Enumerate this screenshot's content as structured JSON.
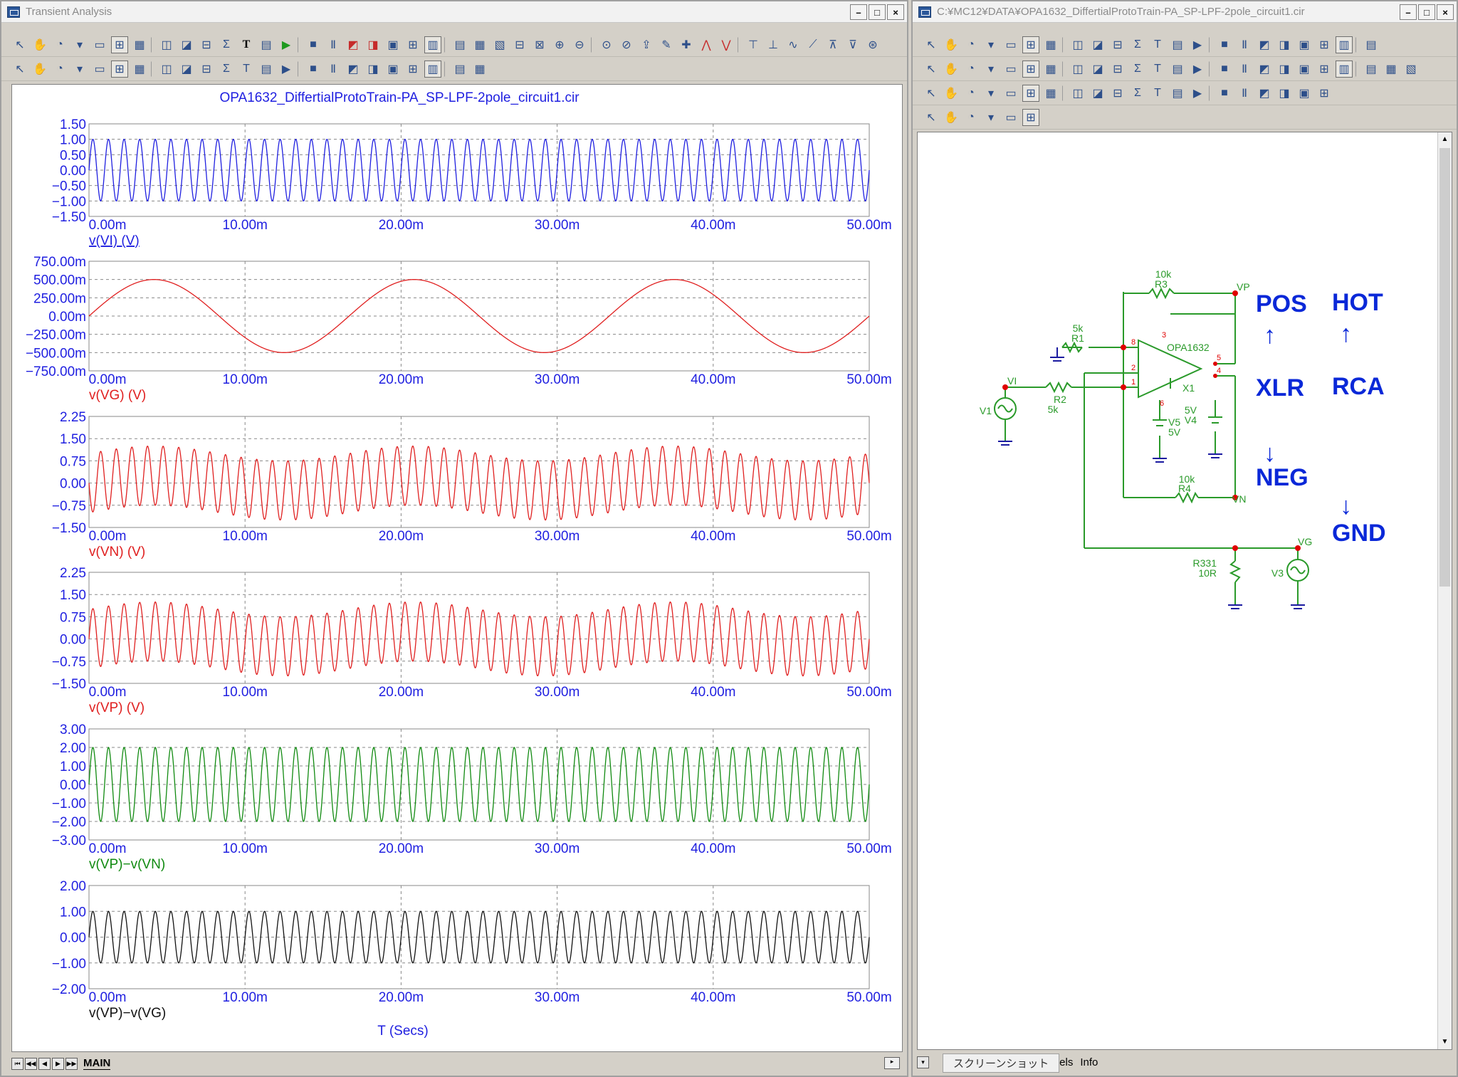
{
  "left_window": {
    "title": "Transient Analysis",
    "controls": {
      "minimize": "–",
      "restore": "□",
      "close": "×"
    },
    "toolbar1_icons": [
      "arrow-select-icon",
      "pan-icon",
      "scope-icon",
      "dropdown-icon",
      "window-icon",
      "zoom-box-icon",
      "grid-icon",
      "cursor-icon",
      "cursor2-icon",
      "cursor3-icon",
      "stats-icon",
      "text-icon",
      "properties-icon",
      "run-icon",
      "stop-icon",
      "pause-icon",
      "peak-icon",
      "valley-icon",
      "box-icon",
      "grid2-icon",
      "tile-icon",
      "tile2-icon",
      "tile3-icon",
      "tile4-icon",
      "split-icon",
      "split2-icon",
      "zoom-in-icon",
      "zoom-out-icon",
      "zoom-fit-icon",
      "zoom-prev-icon",
      "export-icon",
      "tokens-icon",
      "mark-icon",
      "peak-find-icon",
      "valley-find-icon",
      "high-icon",
      "low-icon",
      "inflection-icon",
      "slope-icon",
      "top-icon",
      "bottom-icon",
      "global-icon"
    ],
    "toolbar2_icons": [
      "paste-icon",
      "dropdown-icon",
      "list-icon",
      "calc-icon",
      "cursor-mode-icon",
      "scale-icon",
      "zoom-in-icon",
      "zoom-out-icon",
      "zoom-all-icon",
      "grid-icon",
      "dropdown-icon",
      "font-icon",
      "font-size-icon",
      "dropdown-icon",
      "layer-icon",
      "layer2-icon",
      "layer3-icon",
      "align-left-icon",
      "align-center-icon",
      "align-right-icon",
      "align-top-icon",
      "align-mid-icon",
      "align-bottom-icon"
    ],
    "chart_title": "OPA1632_DiffertialProtoTrain-PA_SP-LPF-2pole_circuit1.cir",
    "x_axis_label": "T (Secs)",
    "sheet_tab": "MAIN",
    "bottom_nav": [
      "⏮",
      "◀◀",
      "◀",
      "▶",
      "▶▶"
    ]
  },
  "chart_data": [
    {
      "type": "line",
      "name": "v(VI) (V)",
      "color": "#1f1fe0",
      "x_range": [
        0,
        0.05
      ],
      "ylim": [
        -1.5,
        1.5
      ],
      "y_ticks": [
        "1.50",
        "1.00",
        "0.50",
        "0.00",
        "−0.50",
        "−1.00",
        "−1.50"
      ],
      "x_ticks": [
        "0.00m",
        "10.00m",
        "20.00m",
        "30.00m",
        "40.00m",
        "50.00m"
      ],
      "signal": {
        "amplitude": 1.0,
        "frequency_hz": 1000,
        "phase": 0,
        "offset": 0
      }
    },
    {
      "type": "line",
      "name": "v(VG) (V)",
      "color": "#e01f1f",
      "x_range": [
        0,
        0.05
      ],
      "ylim": [
        -750,
        750
      ],
      "y_ticks": [
        "750.00m",
        "500.00m",
        "250.00m",
        "0.00m",
        "−250.00m",
        "−500.00m",
        "−750.00m"
      ],
      "x_ticks": [
        "0.00m",
        "10.00m",
        "20.00m",
        "30.00m",
        "40.00m",
        "50.00m"
      ],
      "signal": {
        "amplitude": 500,
        "frequency_hz": 60,
        "phase": 0,
        "offset": 0
      }
    },
    {
      "type": "line",
      "name": "v(VN) (V)",
      "color": "#e01f1f",
      "x_range": [
        0,
        0.05
      ],
      "ylim": [
        -1.5,
        2.25
      ],
      "y_ticks": [
        "2.25",
        "1.50",
        "0.75",
        "0.00",
        "−0.75",
        "−1.50"
      ],
      "x_ticks": [
        "0.00m",
        "10.00m",
        "20.00m",
        "30.00m",
        "40.00m",
        "50.00m"
      ],
      "signal": {
        "amplitude": 1.0,
        "frequency_hz": 1000,
        "phase": 3.14159,
        "offset_amplitude": 0.25,
        "offset_frequency_hz": 60
      }
    },
    {
      "type": "line",
      "name": "v(VP) (V)",
      "color": "#e01f1f",
      "x_range": [
        0,
        0.05
      ],
      "ylim": [
        -1.5,
        2.25
      ],
      "y_ticks": [
        "2.25",
        "1.50",
        "0.75",
        "0.00",
        "−0.75",
        "−1.50"
      ],
      "x_ticks": [
        "0.00m",
        "10.00m",
        "20.00m",
        "30.00m",
        "40.00m",
        "50.00m"
      ],
      "signal": {
        "amplitude": 1.0,
        "frequency_hz": 1000,
        "phase": 0,
        "offset_amplitude": 0.25,
        "offset_frequency_hz": 60
      }
    },
    {
      "type": "line",
      "name": "v(VP)−v(VN)",
      "color": "#108a10",
      "x_range": [
        0,
        0.05
      ],
      "ylim": [
        -3,
        3
      ],
      "y_ticks": [
        "3.00",
        "2.00",
        "1.00",
        "0.00",
        "−1.00",
        "−2.00",
        "−3.00"
      ],
      "x_ticks": [
        "0.00m",
        "10.00m",
        "20.00m",
        "30.00m",
        "40.00m",
        "50.00m"
      ],
      "signal": {
        "amplitude": 2.0,
        "frequency_hz": 1000,
        "phase": 0,
        "offset": 0
      }
    },
    {
      "type": "line",
      "name": "v(VP)−v(VG)",
      "color": "#111111",
      "x_range": [
        0,
        0.05
      ],
      "ylim": [
        -2,
        2
      ],
      "y_ticks": [
        "2.00",
        "1.00",
        "0.00",
        "−1.00",
        "−2.00"
      ],
      "x_ticks": [
        "0.00m",
        "10.00m",
        "20.00m",
        "30.00m",
        "40.00m",
        "50.00m"
      ],
      "signal": {
        "amplitude": 1.0,
        "frequency_hz": 1000,
        "phase": 0,
        "offset": 0
      }
    }
  ],
  "right_window": {
    "title": "C:¥MC12¥DATA¥OPA1632_DiffertialProtoTrain-PA_SP-LPF-2pole_circuit1.cir",
    "controls": {
      "minimize": "–",
      "restore": "□",
      "close": "×"
    },
    "tooltip": "スクリーンショット",
    "bottom_tabs": [
      "Models",
      "Info"
    ],
    "schematic": {
      "components": {
        "R3": {
          "name": "R3",
          "value": "10k"
        },
        "R1": {
          "name": "R1",
          "value": "5k"
        },
        "R2": {
          "name": "R2",
          "value": "5k"
        },
        "R4": {
          "name": "R4",
          "value": "10k"
        },
        "R331": {
          "name": "R331",
          "value": "10R"
        },
        "X1": {
          "name": "X1",
          "model": "OPA1632"
        },
        "V5": {
          "name": "V5",
          "value": "5V"
        },
        "V4": {
          "name": "V4",
          "value": "5V"
        },
        "V1": {
          "name": "V1"
        },
        "V3": {
          "name": "V3"
        }
      },
      "nodes": [
        "VP",
        "VI",
        "VN",
        "VG"
      ],
      "pins": [
        "8",
        "2",
        "1",
        "3",
        "5",
        "4",
        "6"
      ],
      "annotations": {
        "pos": "POS",
        "hot": "HOT",
        "xlr": "XLR",
        "rca": "RCA",
        "neg": "NEG",
        "gnd": "GND",
        "arrow_up": "↑",
        "arrow_down": "↓"
      }
    }
  },
  "colors": {
    "wire": "#2a9a2a",
    "component": "#2a9a2a",
    "node_dot": "#e00000",
    "ground": "#1a1aa0",
    "annotation": "#0a28d8"
  }
}
